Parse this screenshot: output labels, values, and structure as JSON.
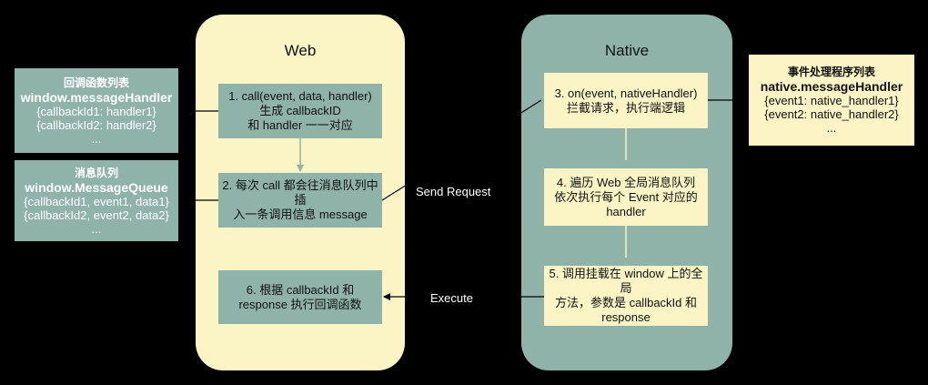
{
  "lanes": {
    "web": "Web",
    "native": "Native"
  },
  "web_steps": {
    "step1": "1. call(event, data, handler)\n生成 callbackID\n和 handler 一一对应",
    "step2": "2. 每次 call 都会往消息队列中插\n入一条调用信息 message",
    "step6": "6. 根据 callbackId 和\nresponse 执行回调函数"
  },
  "native_steps": {
    "step3": "3. on(event, nativeHandler)\n拦截请求，执行端逻辑",
    "step4": "4. 遍历 Web 全局消息队列\n依次执行每个 Event 对应的\nhandler",
    "step5": "5. 调用挂载在 window 上的全局\n方法，参数是 callbackId 和\nresponse"
  },
  "side_boxes": {
    "callbacks": {
      "title": "回调函数列表",
      "name": "window.messageHandler",
      "lines": [
        "{callbackId1: handler1}",
        "{callbackId2: handler2}",
        "..."
      ]
    },
    "queue": {
      "title": "消息队列",
      "name": "window.MessageQueue",
      "lines": [
        "{callbackId1, event1, data1}",
        "{callbackId2, event2, data2}",
        "..."
      ]
    },
    "native_handlers": {
      "title": "事件处理程序列表",
      "name": "native.messageHandler",
      "lines": [
        "{event1: native_handler1}",
        "{event2: native_handler2}",
        "..."
      ]
    }
  },
  "edge_labels": {
    "send_request": "Send Request",
    "execute": "Execute"
  },
  "colors": {
    "background": "#000000",
    "lane_light": "#fbf4c4",
    "lane_teal": "#8fb3a8",
    "connector": "#8fb3a8"
  }
}
